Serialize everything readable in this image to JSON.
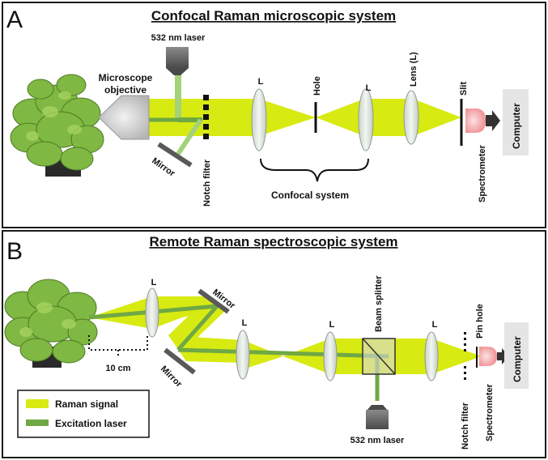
{
  "colors": {
    "raman": "#d7ea12",
    "laser": "#6fa844",
    "laser_light": "#a4d27a",
    "lens": "#dde4dc",
    "lens_stroke": "#8e9a8e",
    "mirror": "#595959",
    "spectrometer": "#f4a3a6",
    "computer_box": "#e5e5e5",
    "border": "#1a1a1a"
  },
  "panelA": {
    "letter": "A",
    "title": "Confocal Raman microscopic system",
    "laser": "532 nm laser",
    "objective_line1": "Microscope",
    "objective_line2": "objective",
    "mirror": "Mirror",
    "notch_filter": "Notch filter",
    "lens1": "L",
    "hole": "Hole",
    "lens2": "L",
    "lens3": "Lens (L)",
    "slit": "Slit",
    "confocal_system": "Confocal system",
    "spectrometer": "Spectrometer",
    "computer": "Computer"
  },
  "panelB": {
    "letter": "B",
    "title": "Remote Raman spectroscopic system",
    "lens1": "L",
    "mirror_top": "Mirror",
    "mirror_bottom": "Mirror",
    "lens2": "L",
    "lens3": "L",
    "beam_splitter": "Beam splitter",
    "lens4": "L",
    "pin_hole": "Pin hole",
    "distance": "10 cm",
    "laser": "532 nm laser",
    "notch_filter": "Notch filter",
    "spectrometer": "Spectrometer",
    "computer": "Computer"
  },
  "legend": {
    "raman_signal": "Raman signal",
    "excitation_laser": "Excitation laser"
  }
}
